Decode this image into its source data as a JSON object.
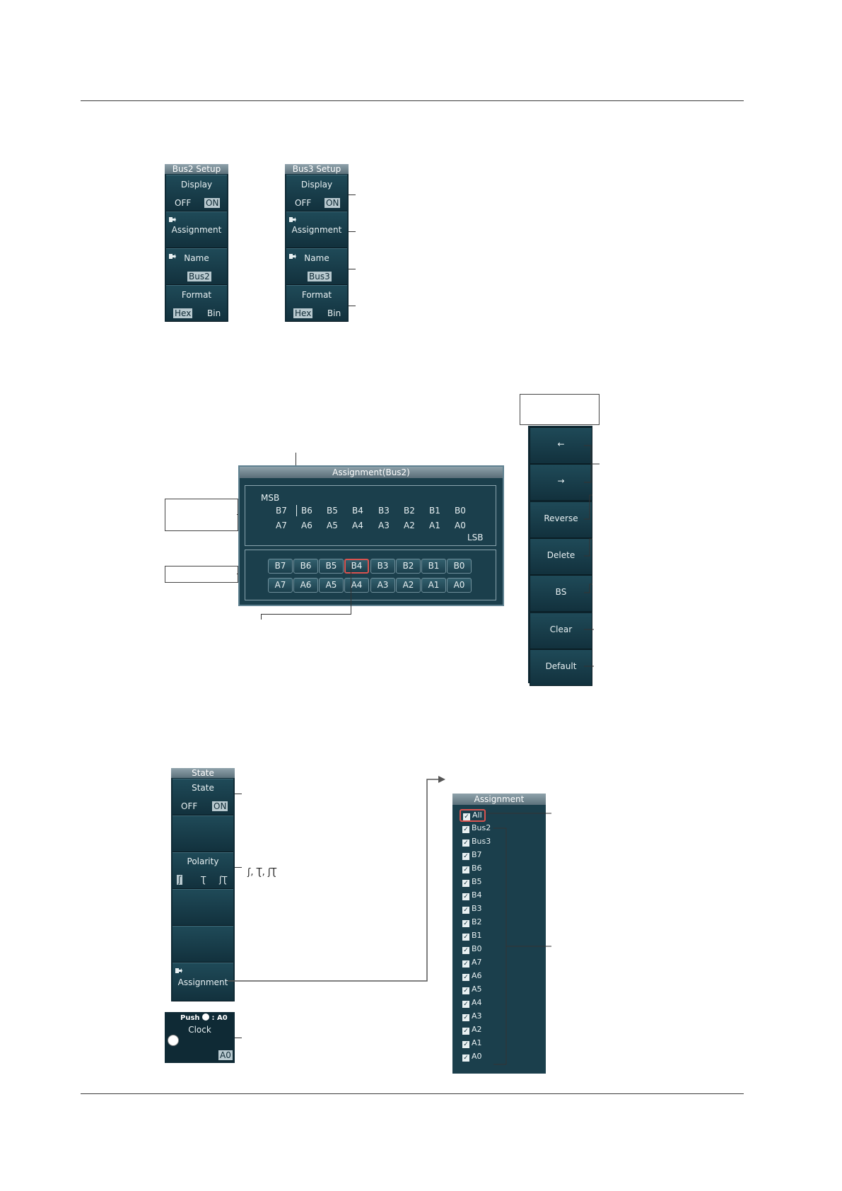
{
  "bus2_setup": {
    "title": "Bus2 Setup",
    "display": {
      "label": "Display",
      "off": "OFF",
      "on": "ON"
    },
    "assignment": "Assignment",
    "name": {
      "label": "Name",
      "value": "Bus2"
    },
    "format": {
      "label": "Format",
      "hex": "Hex",
      "bin": "Bin"
    }
  },
  "bus3_setup": {
    "title": "Bus3 Setup",
    "display": {
      "label": "Display",
      "off": "OFF",
      "on": "ON"
    },
    "assignment": "Assignment",
    "name": {
      "label": "Name",
      "value": "Bus3"
    },
    "format": {
      "label": "Format",
      "hex": "Hex",
      "bin": "Bin"
    }
  },
  "assignment_dialog": {
    "title": "Assignment(Bus2)",
    "msb": "MSB",
    "lsb": "LSB",
    "row_b": [
      "B7",
      "B6",
      "B5",
      "B4",
      "B3",
      "B2",
      "B1",
      "B0"
    ],
    "row_a": [
      "A7",
      "A6",
      "A5",
      "A4",
      "A3",
      "A2",
      "A1",
      "A0"
    ],
    "buttons_b": [
      "B7",
      "B6",
      "B5",
      "B4",
      "B3",
      "B2",
      "B1",
      "B0"
    ],
    "buttons_a": [
      "A7",
      "A6",
      "A5",
      "A4",
      "A3",
      "A2",
      "A1",
      "A0"
    ],
    "selected": "B4"
  },
  "edit_keys": {
    "left": "←",
    "right": "→",
    "reverse": "Reverse",
    "delete": "Delete",
    "bs": "BS",
    "clear": "Clear",
    "default": "Default"
  },
  "state_menu": {
    "title": "State",
    "state": {
      "label": "State",
      "off": "OFF",
      "on": "ON"
    },
    "polarity": {
      "label": "Polarity",
      "opt1": "ʃ",
      "opt2": "Ʈ",
      "opt3": "ʃƮ"
    },
    "polarity_note": {
      "opt1": "ʃ",
      "opt2": "Ʈ",
      "opt3": "ʃƮ"
    },
    "assignment": "Assignment"
  },
  "clock_key": {
    "push": "Push",
    "push_suffix": ": A0",
    "label": "Clock",
    "value": "A0"
  },
  "assignment_list": {
    "title": "Assignment",
    "items": [
      "All",
      "Bus2",
      "Bus3",
      "B7",
      "B6",
      "B5",
      "B4",
      "B3",
      "B2",
      "B1",
      "B0",
      "A7",
      "A6",
      "A5",
      "A4",
      "A3",
      "A2",
      "A1",
      "A0"
    ]
  }
}
